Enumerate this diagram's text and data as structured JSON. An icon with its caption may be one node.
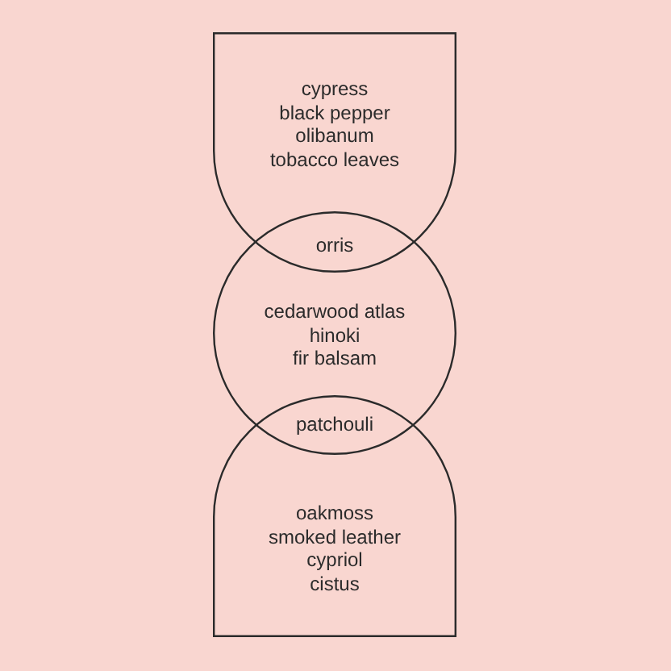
{
  "diagram": {
    "nodes": [
      {
        "text": [
          "cypress",
          "black pepper",
          "olibanum",
          "tobacco leaves"
        ]
      },
      {
        "text": [
          "cedarwood atlas",
          "hinoki",
          "fir balsam"
        ]
      },
      {
        "text": [
          "oakmoss",
          "smoked leather",
          "cypriol",
          "cistus"
        ]
      }
    ],
    "labels": [
      "orris",
      "patchouli"
    ]
  }
}
